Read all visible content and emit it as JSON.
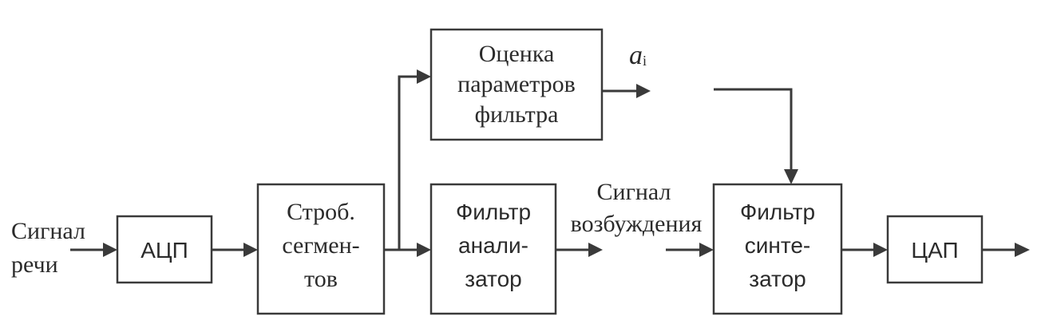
{
  "blocks": {
    "adc": {
      "lines": [
        "АЦП"
      ]
    },
    "segmenter": {
      "lines": [
        "Строб.",
        "сегмен-",
        "тов"
      ]
    },
    "param_estimation": {
      "lines": [
        "Оценка",
        "параметров",
        "фильтра"
      ]
    },
    "analysis_filter": {
      "lines": [
        "Фильтр",
        "анали-",
        "затор"
      ]
    },
    "synthesis_filter": {
      "lines": [
        "Фильтр",
        "синте-",
        "затор"
      ]
    },
    "dac": {
      "lines": [
        "ЦАП"
      ]
    }
  },
  "labels": {
    "speech_signal": [
      "Сигнал",
      "речи"
    ],
    "excitation_signal": [
      "Сигнал",
      "возбуждения"
    ],
    "coeff_symbol": "a",
    "coeff_subscript": "i"
  },
  "colors": {
    "line": "#3a3a3a",
    "text": "#2b2b2b",
    "background": "#ffffff"
  }
}
